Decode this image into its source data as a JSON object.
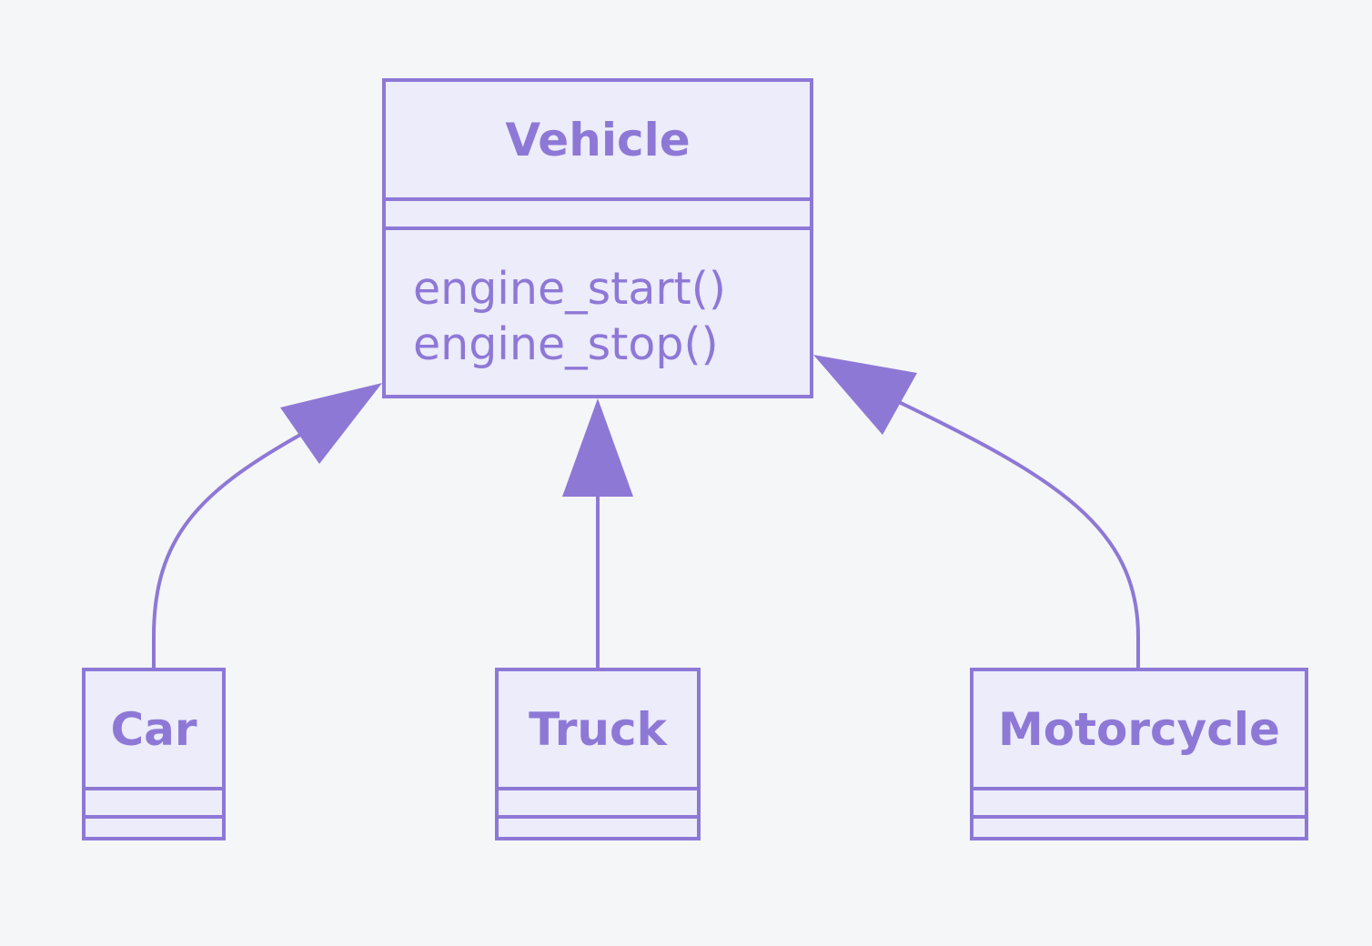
{
  "diagram": {
    "type": "uml-class",
    "colors": {
      "background": "#f5f6f8",
      "box_fill": "#ececfb",
      "stroke": "#8e78d6",
      "text": "#8e78d6"
    },
    "classes": {
      "vehicle": {
        "name": "Vehicle",
        "attributes": [],
        "methods": [
          "engine_start()",
          "engine_stop()"
        ]
      },
      "car": {
        "name": "Car",
        "attributes": [],
        "methods": []
      },
      "truck": {
        "name": "Truck",
        "attributes": [],
        "methods": []
      },
      "motorcycle": {
        "name": "Motorcycle",
        "attributes": [],
        "methods": []
      }
    },
    "relations": [
      {
        "from": "Car",
        "to": "Vehicle",
        "kind": "inheritance"
      },
      {
        "from": "Truck",
        "to": "Vehicle",
        "kind": "inheritance"
      },
      {
        "from": "Motorcycle",
        "to": "Vehicle",
        "kind": "inheritance"
      }
    ]
  }
}
